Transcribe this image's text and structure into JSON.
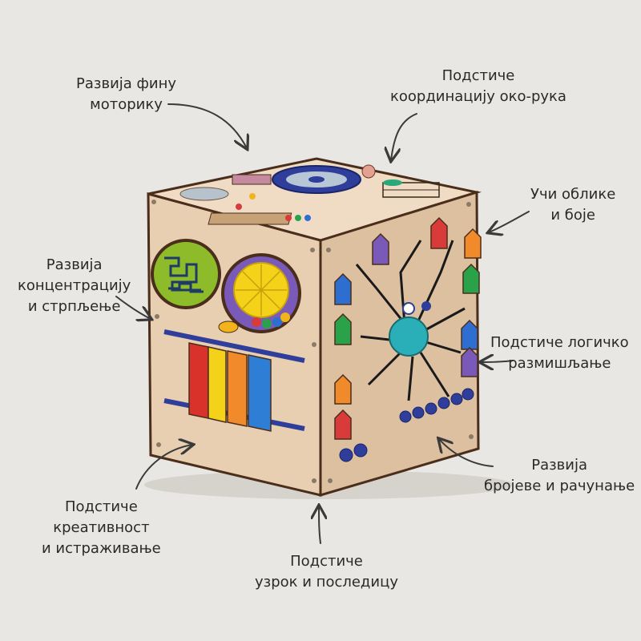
{
  "labels": [
    {
      "id": "fine-motor",
      "lines": [
        "Развија фину",
        "моторику"
      ]
    },
    {
      "id": "eye-hand",
      "lines": [
        "Подстиче",
        "координацију око-рука"
      ]
    },
    {
      "id": "shapes-colors",
      "lines": [
        "Учи облике",
        "и боје"
      ]
    },
    {
      "id": "concentration",
      "lines": [
        "Развија",
        "концентрацију",
        "и стрпљење"
      ]
    },
    {
      "id": "logic",
      "lines": [
        "Подстиче логичко",
        "размишљање"
      ]
    },
    {
      "id": "numbers",
      "lines": [
        "Развија",
        "бројеве и рачунање"
      ]
    },
    {
      "id": "creativity",
      "lines": [
        "Подстиче",
        "креативност",
        "и истраживање"
      ]
    },
    {
      "id": "cause-effect",
      "lines": [
        "Подстиче",
        "узрок и последицу"
      ]
    }
  ],
  "colors": {
    "background": "#e9e7e3",
    "plywood": "#e8cfb2",
    "plywood_shade": "#dcc0a0",
    "text": "#2a2a2a",
    "arrow": "#3a3a3a"
  },
  "icons": [
    "arrow-icon",
    "maze-icon",
    "spinner-icon",
    "abacus-icon",
    "xylophone-icon",
    "house-icon",
    "gear-icon"
  ]
}
